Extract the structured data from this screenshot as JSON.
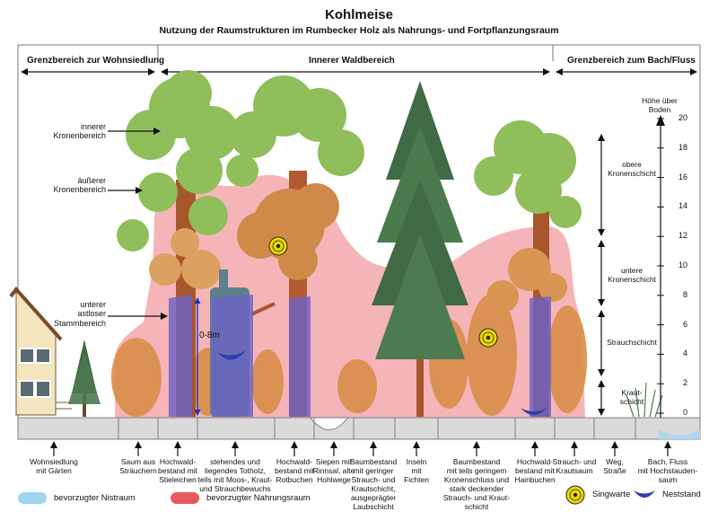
{
  "title": "Kohlmeise",
  "subtitle": "Nutzung der Raumstrukturen im Rumbecker Holz als Nahrungs- und Fortpflanzungsraum",
  "zones": {
    "left": "Grenzbereich zur Wohnsiedlung",
    "center": "Innerer Waldbereich",
    "right": "Grenzbereich zum Bach/Fluss"
  },
  "tree_labels": {
    "inner_crown": "innerer\nKronenbereich",
    "outer_crown": "äußerer\nKronenbereich",
    "lower_trunk": "unterer\nastloser\nStammbereich"
  },
  "nest_height": "0-8m",
  "height_scale": {
    "label": "Höhe über\nBoden",
    "ticks": [
      "20",
      "18",
      "16",
      "14",
      "12",
      "10",
      "8",
      "6",
      "4",
      "2",
      "0"
    ]
  },
  "layers": [
    "obere\nKronenschicht",
    "untere\nKronenschicht",
    "Strauchschicht",
    "Kraut-\nschicht"
  ],
  "ground_labels": [
    "Wohnsiedlung\nmit Gärten",
    "Saum aus\nSträuchern",
    "Hochwald-\nbestand mit\nStieleichen",
    "stehendes und\nliegendes Totholz,\nteils mit Moos-, Kraut-\nund Strauchbewuchs",
    "Hochwald-\nbestand mit\nRotbuchen",
    "Siepen mit\nRinnsal, alte\nHohlwege",
    "Baumbestand\nmit geringer\nStrauch- und\nKrautschicht,\nausgeprägter\nLaubschicht",
    "Inseln\nmit\nFichten",
    "Baumbestand\nmit teils geringem\nKronenschluss und\nstark deckender\nStrauch- und Kraut-\nschicht",
    "Hochwald-\nbestand mit\nHainbuchen",
    "Strauch- und\nKrautsaum",
    "Weg,\nStraße",
    "Bach, Fluss\nmit Hochstauden-\nsaum"
  ],
  "legend": {
    "nest_space": "bevorzugter Nistraum",
    "food_space": "bevorzugter Nahrungsraum",
    "song_post": "Singwarte",
    "nest_site": "Neststand"
  },
  "colors": {
    "food": "#f2a0a4",
    "nest": "#6c63c4",
    "legend_nest": "#9fd4ee",
    "legend_food": "#e85a5e",
    "nest_mark": "#2a3fb0",
    "song": "#e8d800"
  }
}
